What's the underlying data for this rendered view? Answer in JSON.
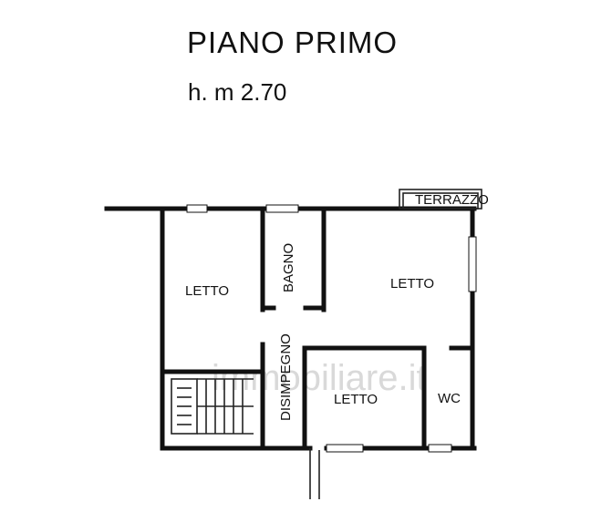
{
  "header": {
    "title": "PIANO PRIMO",
    "height": "h. m 2.70"
  },
  "rooms": {
    "terrazzo": "TERRAZZO",
    "letto_left": "LETTO",
    "bagno": "BAGNO",
    "letto_right": "LETTO",
    "disimpegno": "DISIMPEGNO",
    "letto_bottom": "LETTO",
    "wc": "WC"
  },
  "watermark": "immobiliare.it"
}
